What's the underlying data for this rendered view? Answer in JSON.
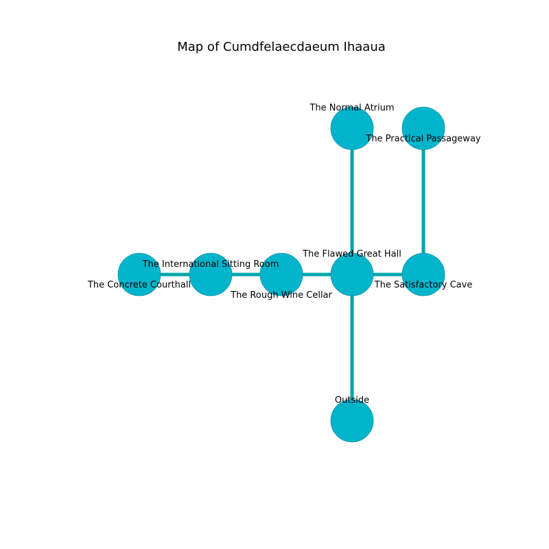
{
  "title": "Map of Cumdfelaecdaeum Ihaaua",
  "colors": {
    "node_fill": "#00b4cc",
    "node_stroke": "#0892a5",
    "edge": "#00a5a8"
  },
  "rooms": [
    {
      "id": "normal-atrium",
      "name": "The Normal Atrium"
    },
    {
      "id": "practical-passageway",
      "name": "The Practical Passageway"
    },
    {
      "id": "concrete-courthall",
      "name": "The Concrete Courthall"
    },
    {
      "id": "international-sitting-room",
      "name": "The International Sitting Room"
    },
    {
      "id": "rough-wine-cellar",
      "name": "The Rough Wine Cellar"
    },
    {
      "id": "flawed-great-hall",
      "name": "The Flawed Great Hall"
    },
    {
      "id": "satisfactory-cave",
      "name": "The Satisfactory Cave"
    },
    {
      "id": "outside",
      "name": "Outside"
    }
  ],
  "connections": [
    [
      "concrete-courthall",
      "international-sitting-room"
    ],
    [
      "international-sitting-room",
      "rough-wine-cellar"
    ],
    [
      "rough-wine-cellar",
      "flawed-great-hall"
    ],
    [
      "flawed-great-hall",
      "satisfactory-cave"
    ],
    [
      "flawed-great-hall",
      "normal-atrium"
    ],
    [
      "flawed-great-hall",
      "outside"
    ],
    [
      "satisfactory-cave",
      "practical-passageway"
    ]
  ]
}
